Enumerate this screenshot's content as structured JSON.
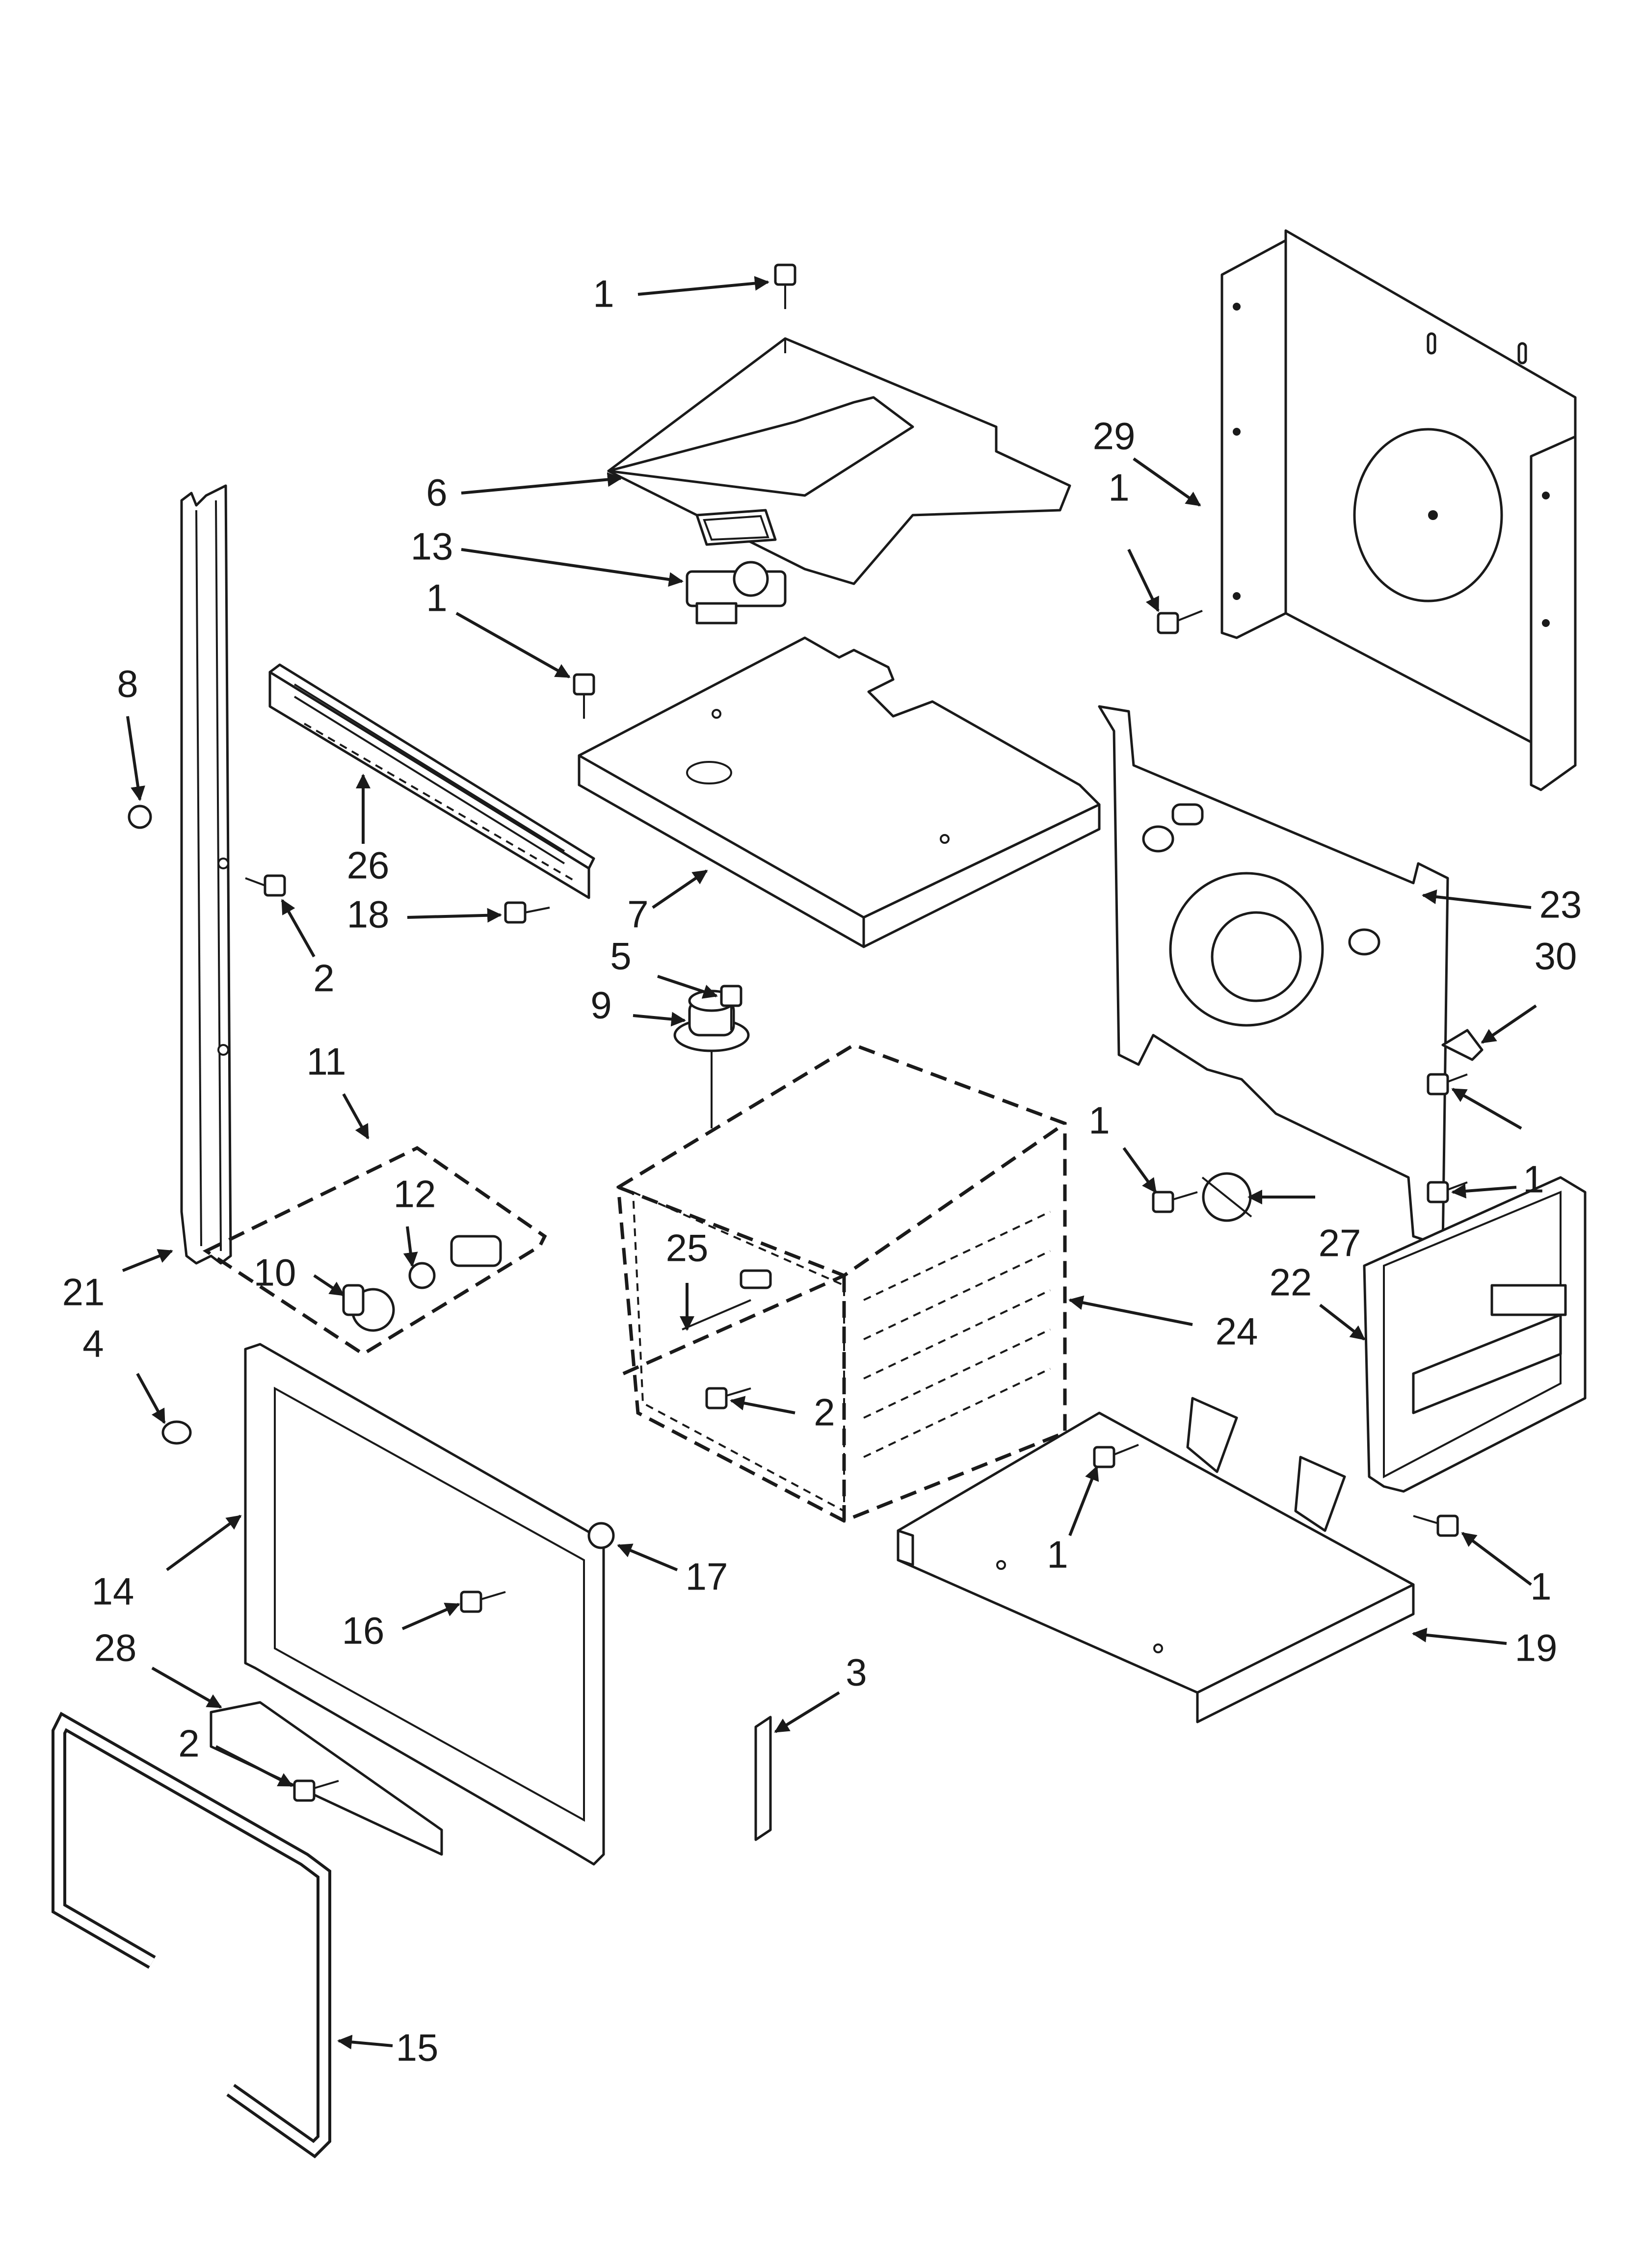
{
  "callouts": [
    {
      "id": "c1a",
      "label": "1"
    },
    {
      "id": "c6",
      "label": "6"
    },
    {
      "id": "c13",
      "label": "13"
    },
    {
      "id": "c1b",
      "label": "1"
    },
    {
      "id": "c29",
      "label": "29"
    },
    {
      "id": "c1c",
      "label": "1"
    },
    {
      "id": "c8",
      "label": "8"
    },
    {
      "id": "c26",
      "label": "26"
    },
    {
      "id": "c18",
      "label": "18"
    },
    {
      "id": "c2a",
      "label": "2"
    },
    {
      "id": "c7",
      "label": "7"
    },
    {
      "id": "c23",
      "label": "23"
    },
    {
      "id": "c30",
      "label": "30"
    },
    {
      "id": "c5",
      "label": "5"
    },
    {
      "id": "c9",
      "label": "9"
    },
    {
      "id": "c11",
      "label": "11"
    },
    {
      "id": "c12",
      "label": "12"
    },
    {
      "id": "c1d",
      "label": "1"
    },
    {
      "id": "c1e",
      "label": "1"
    },
    {
      "id": "c27",
      "label": "27"
    },
    {
      "id": "c10",
      "label": "10"
    },
    {
      "id": "c25",
      "label": "25"
    },
    {
      "id": "c21",
      "label": "21"
    },
    {
      "id": "c22",
      "label": "22"
    },
    {
      "id": "c24",
      "label": "24"
    },
    {
      "id": "c4",
      "label": "4"
    },
    {
      "id": "c2b",
      "label": "2"
    },
    {
      "id": "c1f",
      "label": "1"
    },
    {
      "id": "c14",
      "label": "14"
    },
    {
      "id": "c17",
      "label": "17"
    },
    {
      "id": "c1g",
      "label": "1"
    },
    {
      "id": "c16",
      "label": "16"
    },
    {
      "id": "c19",
      "label": "19"
    },
    {
      "id": "c28",
      "label": "28"
    },
    {
      "id": "c3",
      "label": "3"
    },
    {
      "id": "c2c",
      "label": "2"
    },
    {
      "id": "c15",
      "label": "15"
    }
  ]
}
